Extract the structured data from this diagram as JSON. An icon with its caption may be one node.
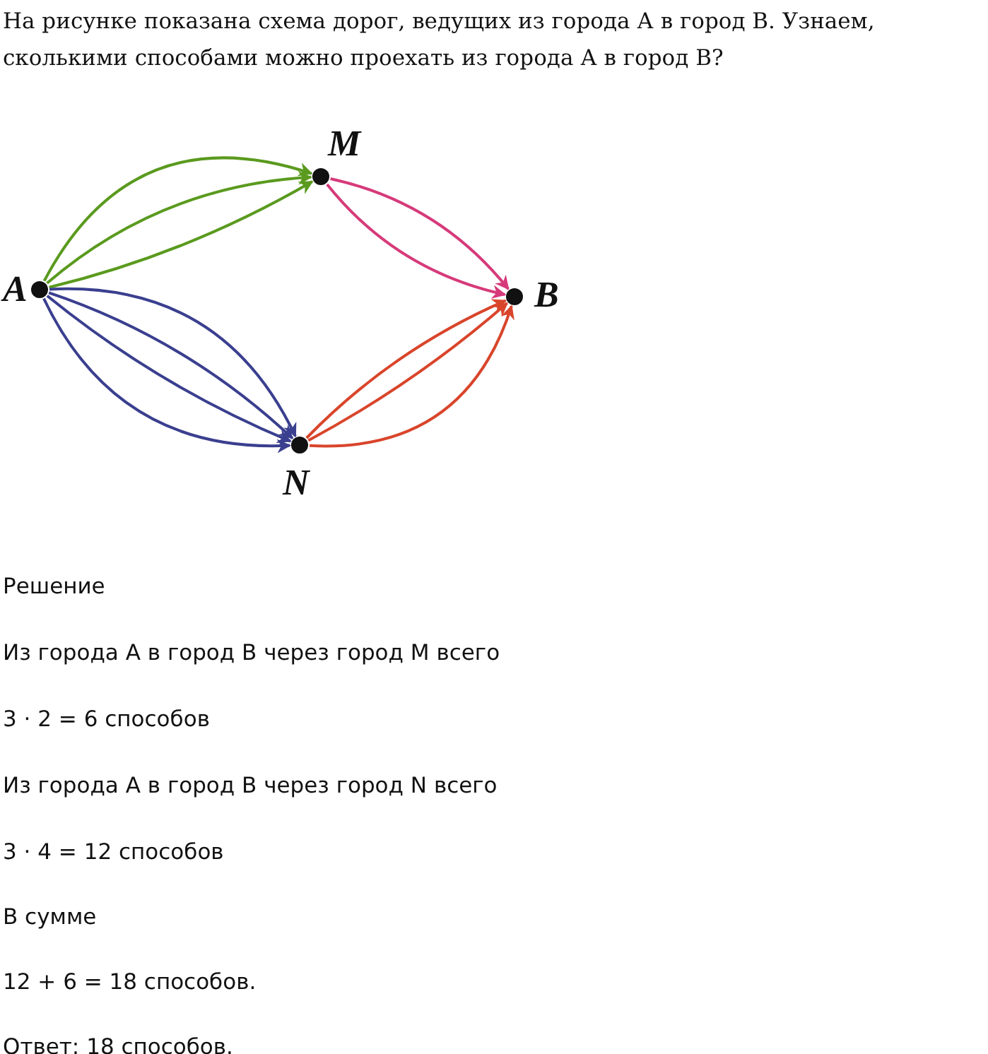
{
  "diagram": {
    "title": "На рисунке показана схема дорог, ведущих из города А в город В. Узнаем, сколькими способами можно проехать из города А в город В?",
    "nodes": [
      {
        "text": [
          "A"
        ]
      },
      {
        "text": [
          "M"
        ]
      },
      {
        "text": [
          "B"
        ]
      },
      {
        "text": [
          "N"
        ]
      }
    ],
    "edges": [
      {
        "from": 0,
        "to": 1,
        "arrow": "to",
        "color": "#5a9a1e"
      },
      {
        "from": 0,
        "to": 1,
        "arrow": "to",
        "color": "#5a9a1e"
      },
      {
        "from": 0,
        "to": 1,
        "arrow": "to",
        "color": "#5a9a1e"
      },
      {
        "from": 1,
        "to": 2,
        "arrow": "to",
        "color": "#d63a7a"
      },
      {
        "from": 1,
        "to": 2,
        "arrow": "to",
        "color": "#d63a7a"
      },
      {
        "from": 0,
        "to": 3,
        "arrow": "to",
        "color": "#3a3f8f"
      },
      {
        "from": 0,
        "to": 3,
        "arrow": "to",
        "color": "#3a3f8f"
      },
      {
        "from": 0,
        "to": 3,
        "arrow": "to",
        "color": "#3a3f8f"
      },
      {
        "from": 0,
        "to": 3,
        "arrow": "to",
        "color": "#3a3f8f"
      },
      {
        "from": 3,
        "to": 2,
        "arrow": "to",
        "color": "#d9452b"
      },
      {
        "from": 3,
        "to": 2,
        "arrow": "to",
        "color": "#d9452b"
      },
      {
        "from": 3,
        "to": 2,
        "arrow": "to",
        "color": "#d9452b"
      }
    ],
    "labels": [
      "Решение",
      "Из города А в город В через город М всего",
      "3 · 2 = 6 способов",
      "Из города А в город В через город N всего",
      "3 · 4 = 12 способов",
      "В сумме",
      "12 + 6 = 18 способов.",
      "Ответ: 18 способов."
    ]
  }
}
